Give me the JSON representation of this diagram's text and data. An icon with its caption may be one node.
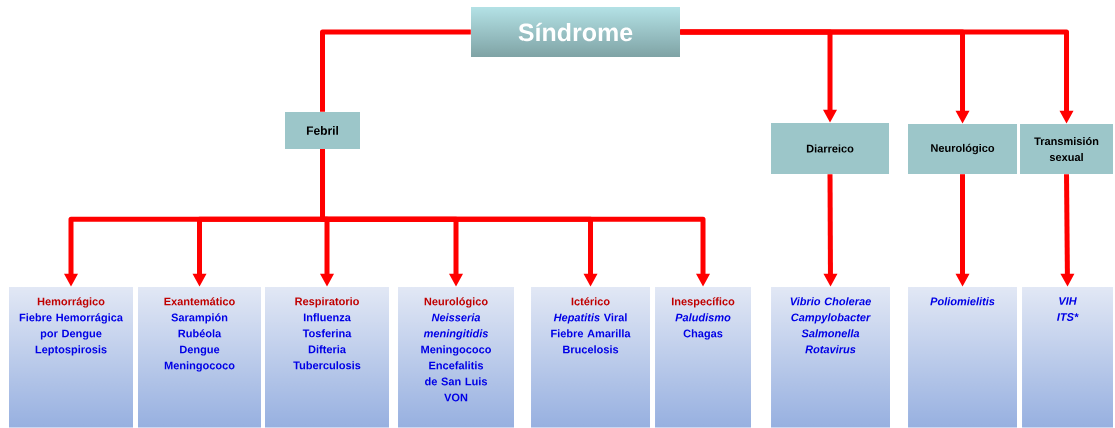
{
  "diagram": {
    "nodes": [
      {
        "text": [
          "Síndrome"
        ]
      },
      {
        "text": [
          "Febril"
        ]
      },
      {
        "text": [
          "Diarreico"
        ]
      },
      {
        "text": [
          "Neurológico"
        ]
      },
      {
        "text": [
          "Transmisión sexual"
        ]
      },
      {
        "text": [
          "Hemorrágico",
          "Fiebre Hemorrágica por Dengue",
          "Leptospirosis"
        ]
      },
      {
        "text": [
          "Exantemático",
          "Sarampión",
          "Rubéola",
          "Dengue",
          "Meningococo"
        ]
      },
      {
        "text": [
          "Respiratorio",
          "Influenza",
          "Tosferina",
          "Difteria",
          "Tuberculosis"
        ]
      },
      {
        "text": [
          "Neurológico",
          "*Neisseria meningitidis*",
          "Meningococo",
          "Encefalitis de San Luis",
          "VON"
        ]
      },
      {
        "text": [
          "Ictérico",
          "*Hepatitis* Viral",
          "Fiebre Amarilla",
          "Brucelosis"
        ]
      },
      {
        "text": [
          "Inespecífico",
          "*Paludismo*",
          "Chagas"
        ]
      },
      {
        "text": [
          "Vibrio Cholerae",
          "Campylobacter",
          "Salmonella",
          "Rotavirus"
        ]
      },
      {
        "text": [
          "Poliomielitis"
        ]
      },
      {
        "text": [
          "VIH",
          "ITS*"
        ]
      }
    ],
    "edges": [
      {
        "from": 0,
        "to": 1,
        "arrow": "none"
      },
      {
        "from": 0,
        "to": 2,
        "arrow": "to"
      },
      {
        "from": 0,
        "to": 3,
        "arrow": "to"
      },
      {
        "from": 0,
        "to": 4,
        "arrow": "to"
      },
      {
        "from": 1,
        "to": 5,
        "arrow": "to"
      },
      {
        "from": 1,
        "to": 6,
        "arrow": "to"
      },
      {
        "from": 1,
        "to": 7,
        "arrow": "to"
      },
      {
        "from": 1,
        "to": 8,
        "arrow": "to"
      },
      {
        "from": 1,
        "to": 9,
        "arrow": "to"
      },
      {
        "from": 1,
        "to": 10,
        "arrow": "to"
      },
      {
        "from": 2,
        "to": 11,
        "arrow": "to"
      },
      {
        "from": 3,
        "to": 12,
        "arrow": "to"
      },
      {
        "from": 4,
        "to": 13,
        "arrow": "to"
      }
    ]
  }
}
